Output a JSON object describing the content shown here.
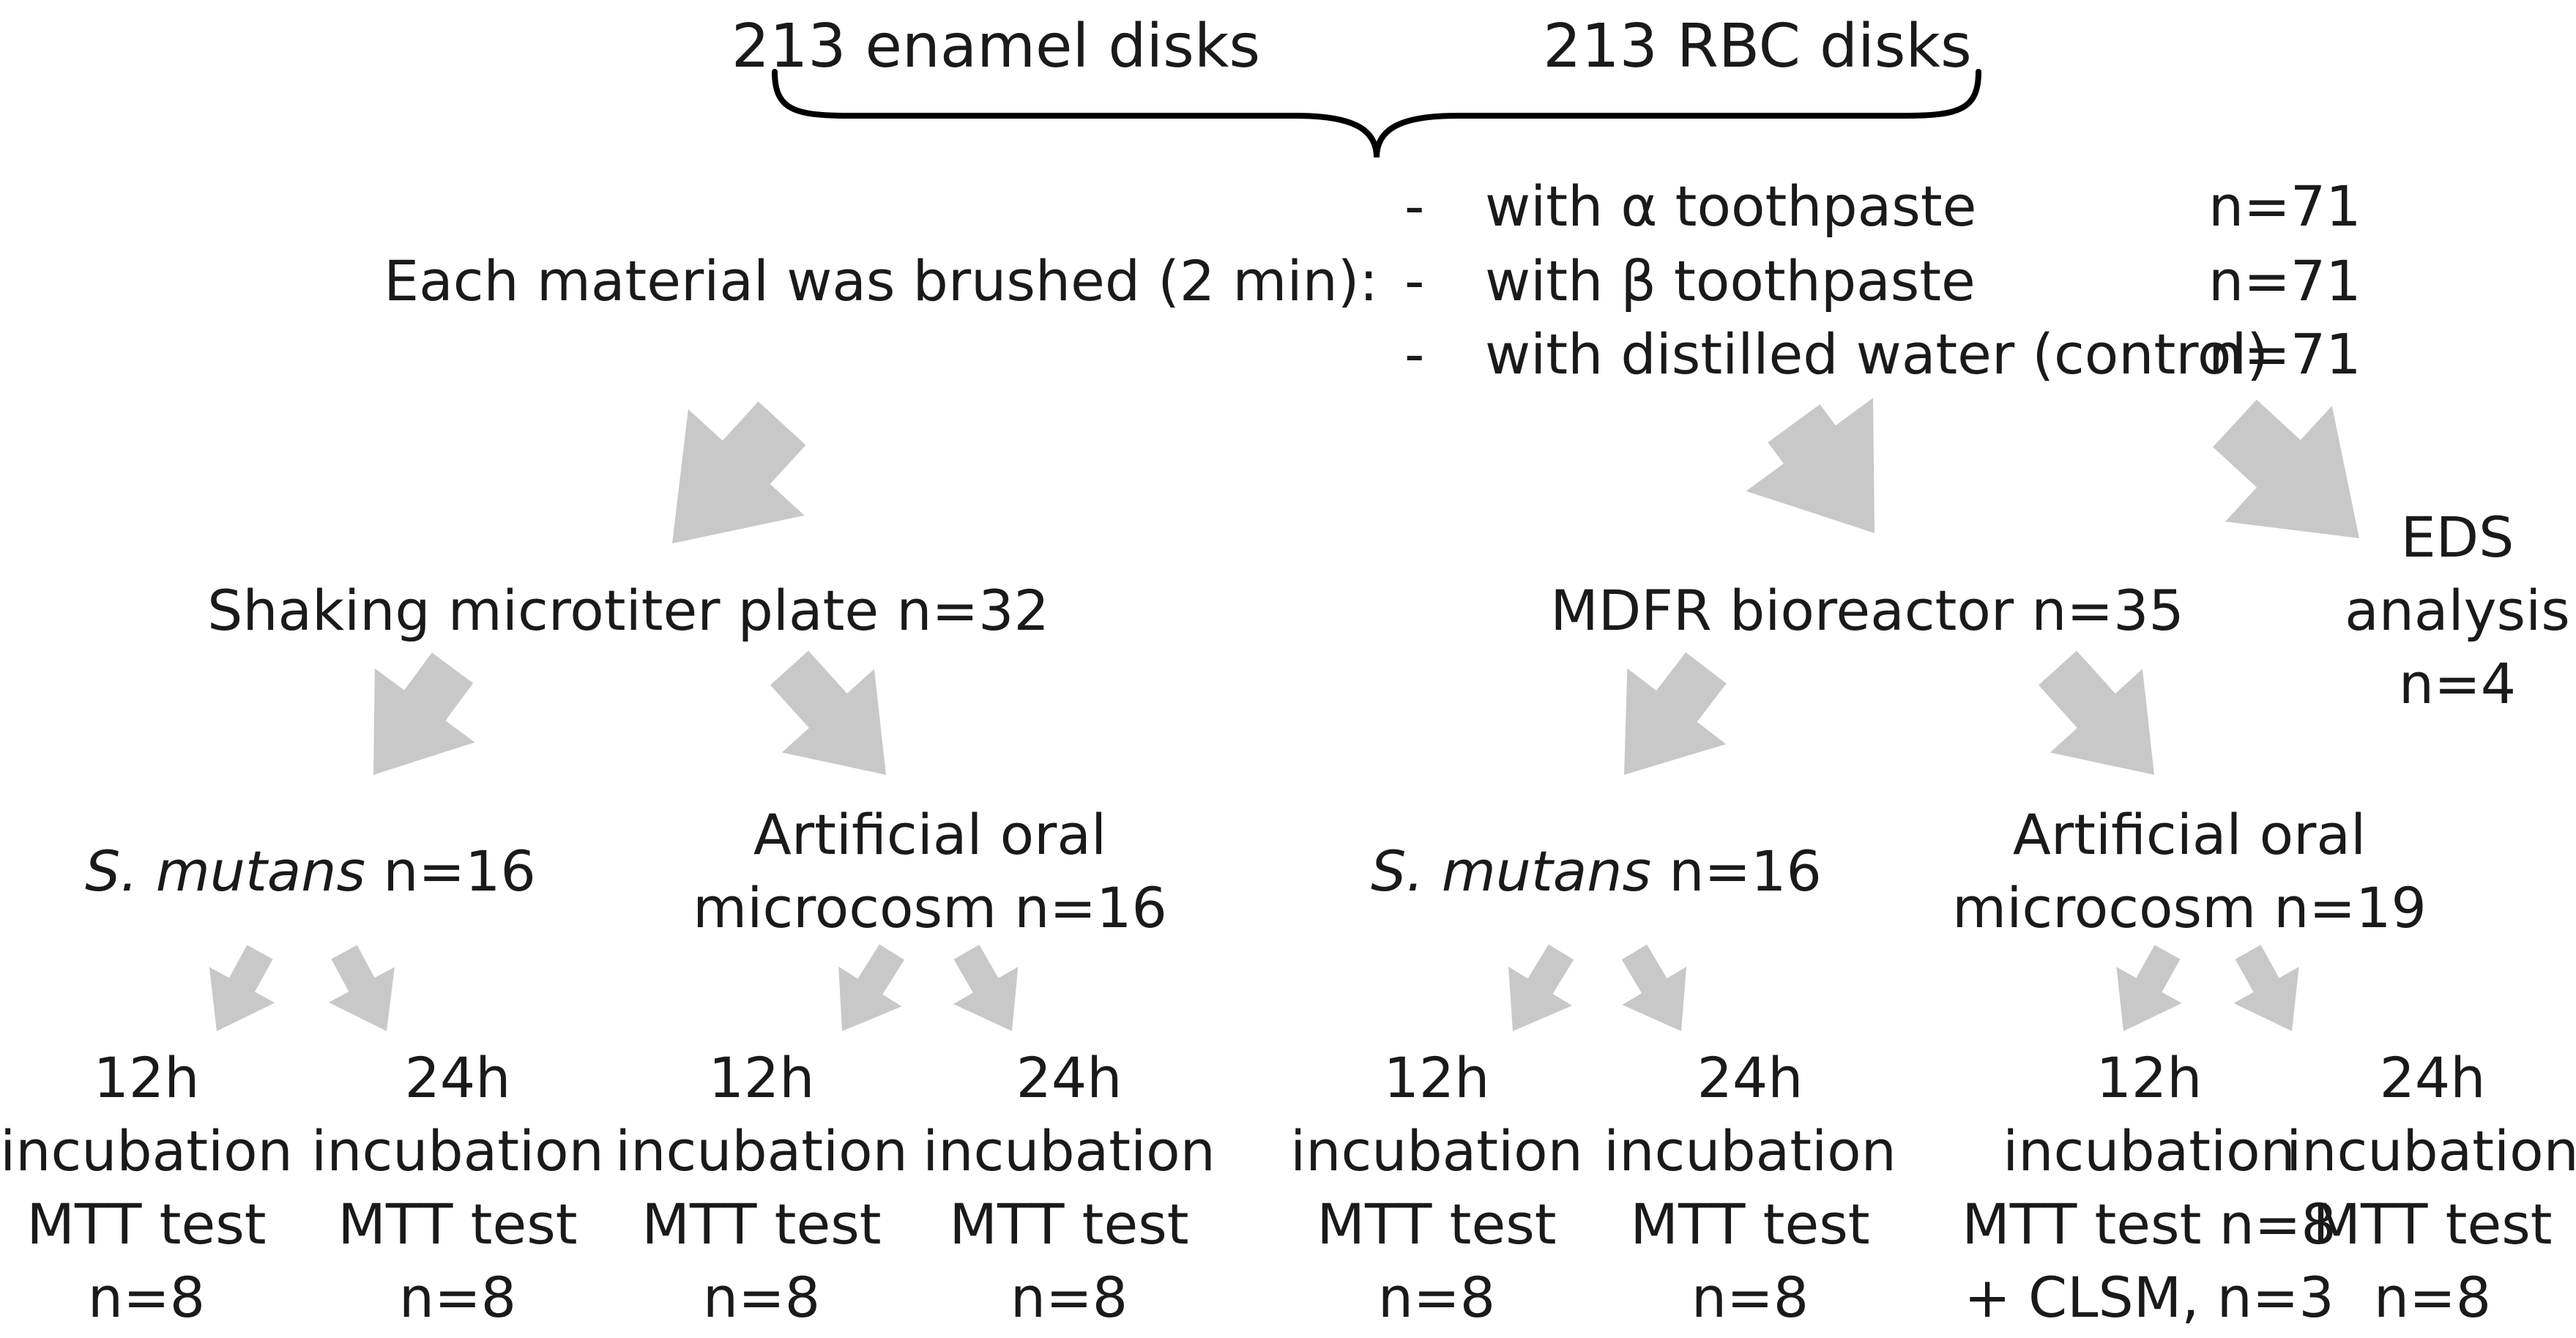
{
  "header": {
    "left": "213 enamel disks",
    "right": "213 RBC disks"
  },
  "brushing": {
    "label": "Each material was brushed (2 min):",
    "bullet": "-",
    "items": [
      {
        "text": "with α toothpaste",
        "n": "n=71"
      },
      {
        "text": "with β toothpaste",
        "n": "n=71"
      },
      {
        "text": "with distilled water (control)",
        "n": "n=71"
      }
    ]
  },
  "branches": {
    "plate": "Shaking microtiter plate n=32",
    "mdfr": "MDFR bioreactor n=35",
    "eds": [
      "EDS",
      "analysis",
      "n=4"
    ]
  },
  "groups": {
    "plate_smutans": {
      "species": "S. mutans",
      "n": "n=16"
    },
    "plate_micro": [
      "Artificial oral",
      "microcosm n=16"
    ],
    "mdfr_smutans": {
      "species": "S. mutans",
      "n": "n=16"
    },
    "mdfr_micro": [
      "Artificial oral",
      "microcosm n=19"
    ]
  },
  "leaves": [
    [
      "12h",
      "incubation",
      "MTT test",
      "n=8"
    ],
    [
      "24h",
      "incubation",
      "MTT test",
      "n=8"
    ],
    [
      "12h",
      "incubation",
      "MTT test",
      "n=8"
    ],
    [
      "24h",
      "incubation",
      "MTT test",
      "n=8"
    ],
    [
      "12h",
      "incubation",
      "MTT test",
      "n=8"
    ],
    [
      "24h",
      "incubation",
      "MTT test",
      "n=8"
    ],
    [
      "12h",
      "incubation",
      "MTT test n=8",
      "+ CLSM, n=3"
    ],
    [
      "24h",
      "incubation",
      "MTT test",
      "n=8"
    ]
  ],
  "colors": {
    "arrow": "#c8c8c8",
    "text": "#1a1a1a",
    "brace": "#000000"
  }
}
